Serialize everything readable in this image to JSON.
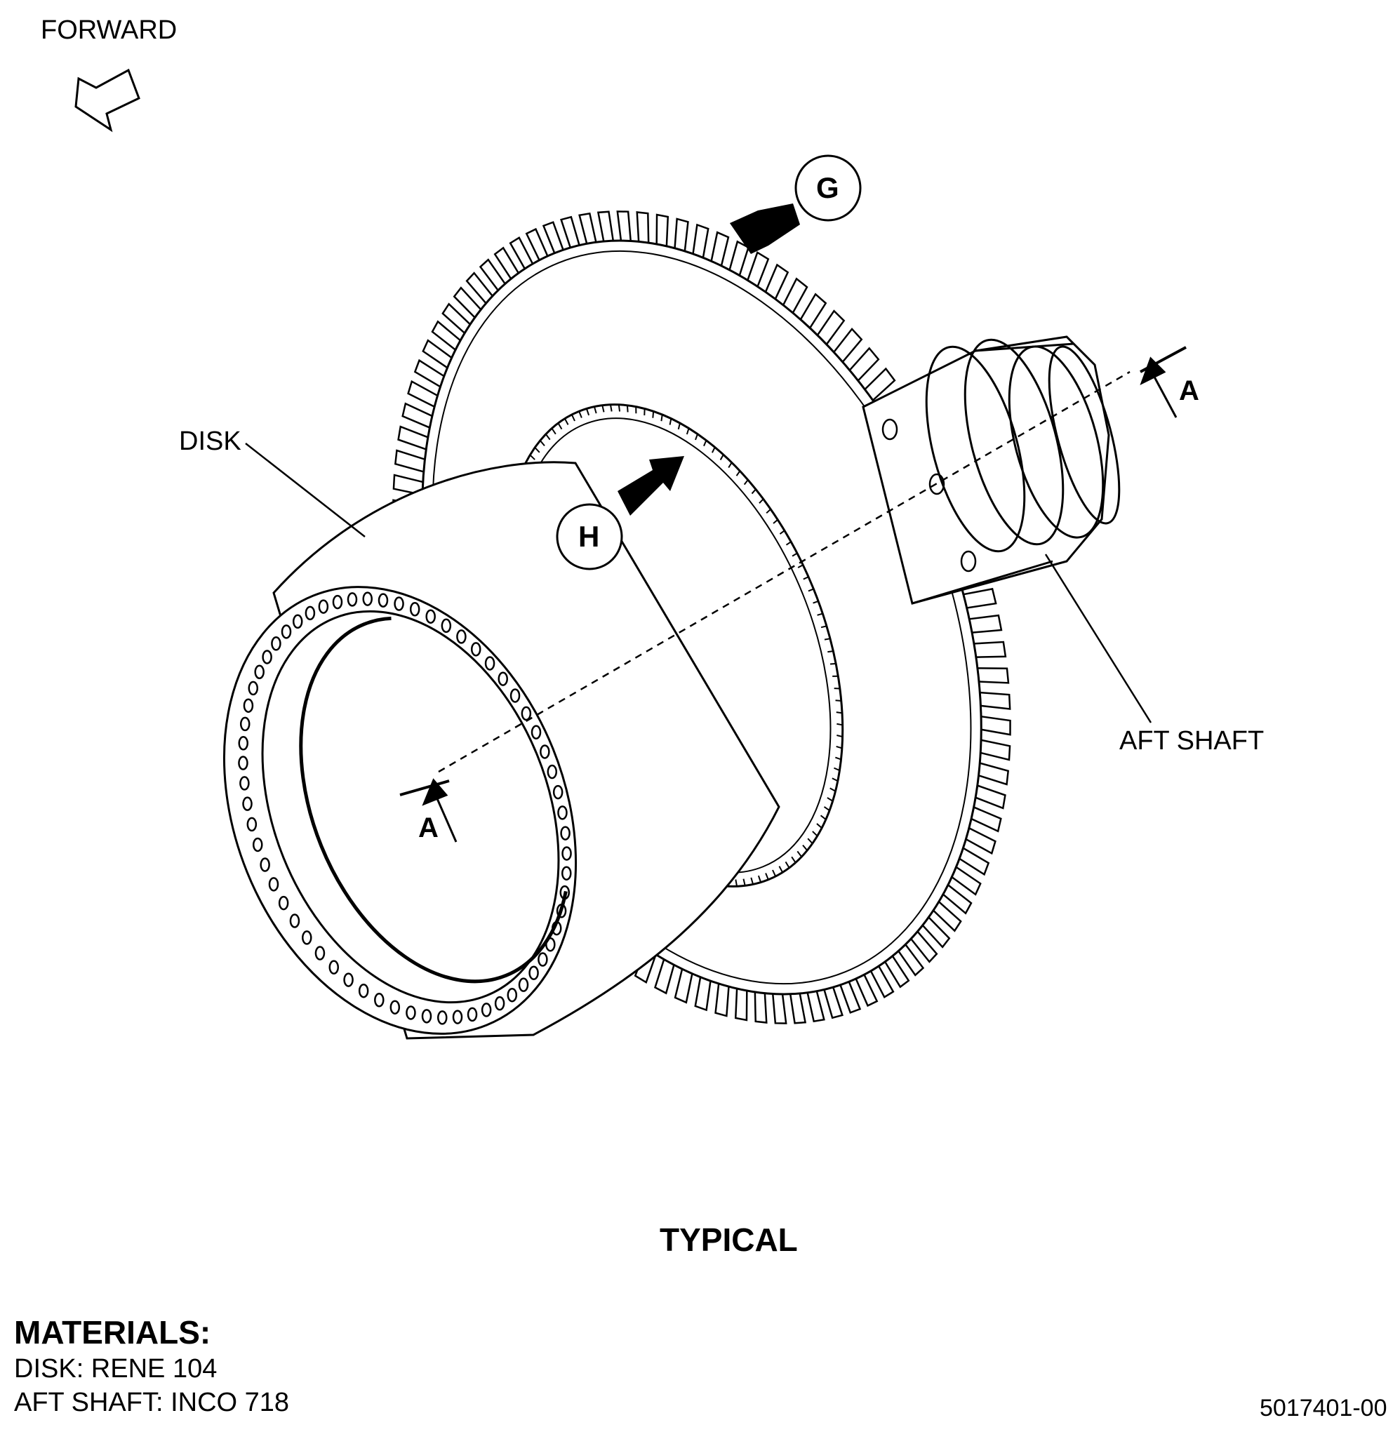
{
  "labels": {
    "forward": "FORWARD",
    "disk": "DISK",
    "aft_shaft": "AFT SHAFT",
    "view_g": "G",
    "view_h": "H",
    "section_top": "A",
    "section_bottom": "A",
    "typical": "TYPICAL",
    "figure_number": "5017401-00"
  },
  "materials": {
    "heading": "MATERIALS:",
    "disk": "DISK: RENE 104",
    "aft_shaft": "AFT SHAFT: INCO 718"
  },
  "colors": {
    "ink": "#000000",
    "paper": "#ffffff"
  }
}
